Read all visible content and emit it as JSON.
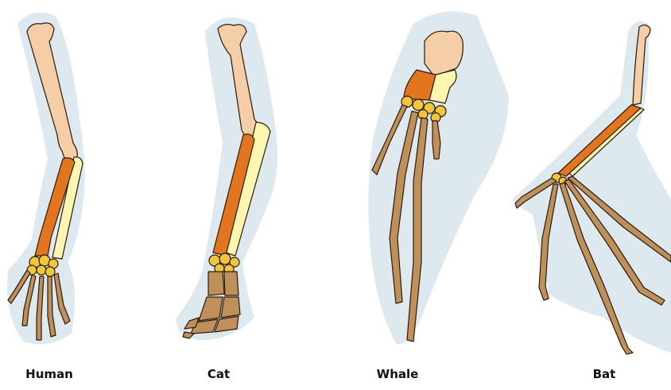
{
  "labels": {
    "human": "Human",
    "cat": "Cat",
    "whale": "Whale",
    "bat": "Bat"
  },
  "colors": {
    "background_outline": "#dde9ef",
    "humerus": "#f5cda6",
    "radius": "#e2761f",
    "ulna": "#fdf5b0",
    "carpals": "#f1c63a",
    "digits": "#c0905a",
    "stroke": "#2a1a0a"
  }
}
